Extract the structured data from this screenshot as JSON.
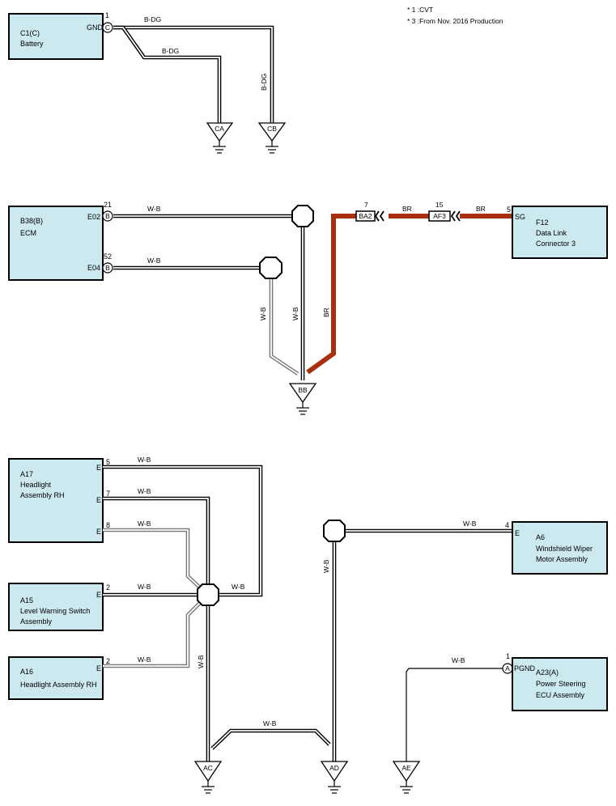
{
  "notes": [
    "* 1 :CVT",
    "* 3 :From Nov. 2016 Production"
  ],
  "components": {
    "battery": {
      "id": "C1(C)",
      "name": "Battery",
      "pin_label": "GND",
      "pin_num": "1",
      "pin_letter": "C"
    },
    "ecm": {
      "id": "B38(B)",
      "name": "ECM",
      "pin1_label": "E02",
      "pin1_num": "21",
      "pin2_label": "E04",
      "pin2_num": "52",
      "pin_letter": "B"
    },
    "dlc": {
      "id": "F12",
      "name1": "Data Link",
      "name2": "Connector 3",
      "pin_label": "SG",
      "pin_num": "5"
    },
    "a17": {
      "id": "A17",
      "name1": "Headlight",
      "name2": "Assembly RH",
      "pin_e": "E",
      "pin1_num": "5",
      "pin2_num": "7",
      "pin3_num": "8"
    },
    "a15": {
      "id": "A15",
      "name1": "Level Warning Switch",
      "name2": "Assembly",
      "pin_e": "E",
      "pin_num": "2"
    },
    "a16": {
      "id": "A16",
      "name": "Headlight Assembly RH",
      "pin_e": "E",
      "pin_num": "2"
    },
    "a6": {
      "id": "A6",
      "name1": "Windshield Wiper",
      "name2": "Motor Assembly",
      "pin_e": "E",
      "pin_num": "4"
    },
    "a23": {
      "id": "A23(A)",
      "name1": "Power Steering",
      "name2": "ECU Assembly",
      "pin_label": "PGND",
      "pin_num": "1",
      "pin_letter": "A"
    }
  },
  "connectors": {
    "ba2": {
      "label": "BA2",
      "pin": "7"
    },
    "af3": {
      "label": "AF3",
      "pin": "15"
    }
  },
  "wire_colors": {
    "bdg": "B-DG",
    "wb": "W-B",
    "br": "BR",
    "br_hex": "#a8300f"
  },
  "grounds": [
    "CA",
    "CB",
    "BB",
    "AC",
    "AD",
    "AE"
  ]
}
